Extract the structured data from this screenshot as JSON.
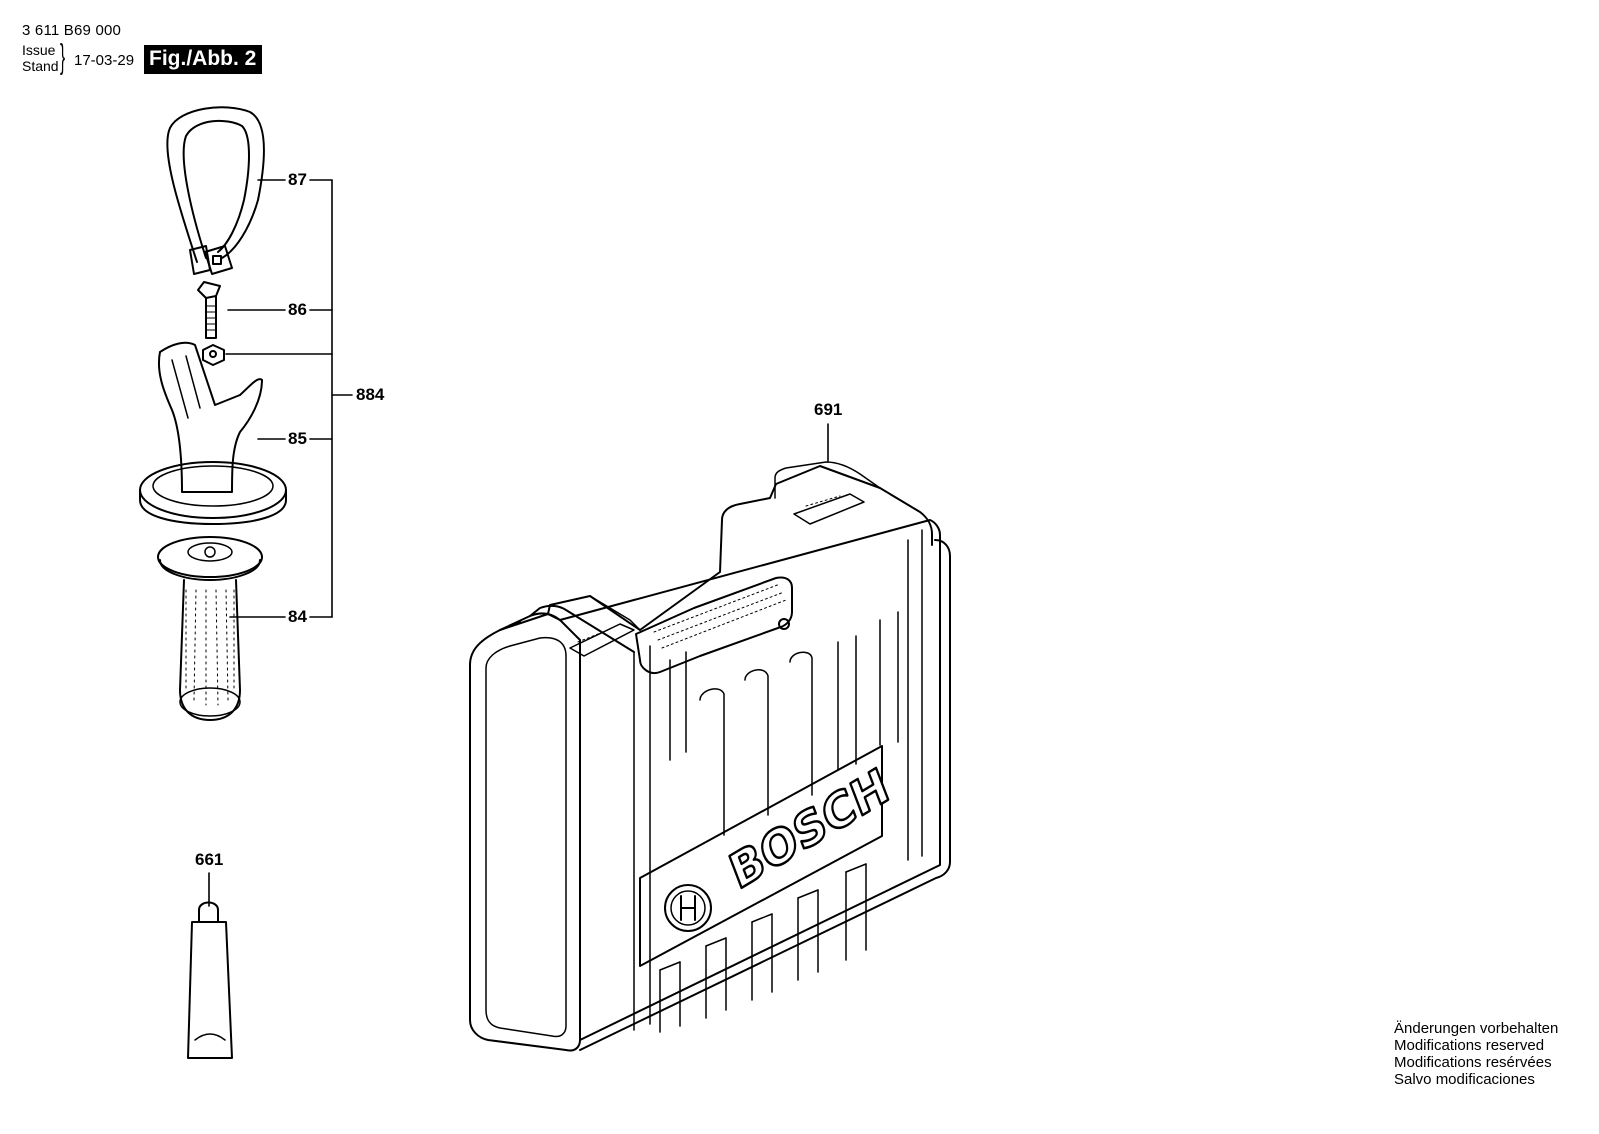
{
  "header": {
    "part_number": "3 611 B69 000",
    "issue_line1": "Issue",
    "issue_line2": "Stand",
    "date": "17-03-29",
    "figure": "Fig./Abb. 2"
  },
  "callouts": {
    "c87": "87",
    "c86": "86",
    "c85": "85",
    "c84": "84",
    "c884": "884",
    "c661": "661",
    "c691": "691"
  },
  "case_brand": "BOSCH",
  "notes": [
    "Änderungen vorbehalten",
    "Modifications reserved",
    "Modifications resérvées",
    "Salvo modificaciones"
  ]
}
